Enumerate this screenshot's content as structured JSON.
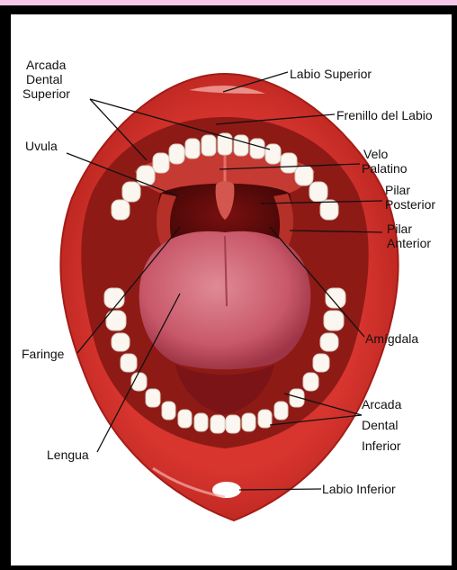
{
  "colors": {
    "background": "#000000",
    "frame_top": "#f6c7e8",
    "panel": "#ffffff",
    "lip": "#d8352f",
    "lip_dark": "#a31c16",
    "mouth_dark": "#5a0a0a",
    "tongue": "#c8586a",
    "teeth": "#fbf7f0"
  },
  "labels": {
    "arcada_superior": [
      "Arcada",
      "Dental",
      "Superior"
    ],
    "labio_superior": "Labio Superior",
    "frenillo": "Frenillo del Labio",
    "uvula": "Uvula",
    "velo": [
      "Velo",
      "Palatino"
    ],
    "pilar_posterior": [
      "Pilar",
      "Posterior"
    ],
    "pilar_anterior": [
      "Pilar",
      "Anterior"
    ],
    "amigdala": "Amígdala",
    "faringe": "Faringe",
    "arcada_inferior": [
      "Arcada",
      "Dental",
      "Inferior"
    ],
    "lengua": "Lengua",
    "labio_inferior": "Labio Inferior"
  }
}
